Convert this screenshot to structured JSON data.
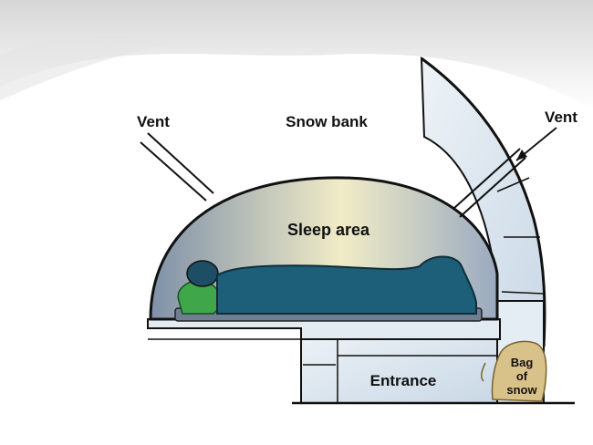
{
  "labels": {
    "vent_left": "Vent",
    "vent_right": "Vent",
    "snow_bank": "Snow bank",
    "sleep_area": "Sleep area",
    "entrance": "Entrance",
    "bag_of_snow": [
      "Bag",
      "of",
      "snow"
    ]
  },
  "colors": {
    "outline": "#111111",
    "snow_shadow": "#d6d6d6",
    "ice_blue": "#dde8f0",
    "cave_dark": "#8a9bb0",
    "cave_light": "#f2ecc8",
    "sleeping_bag": "#1d5e78",
    "pillow": "#3fa64a",
    "sack": "#d9c28a"
  }
}
